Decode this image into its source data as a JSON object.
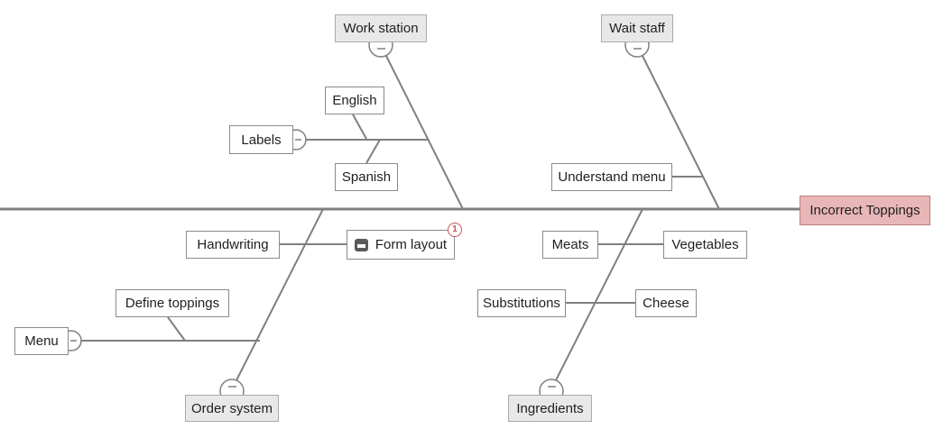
{
  "diagram": {
    "type": "fishbone-cause-effect",
    "effect_label": "Incorrect Toppings"
  },
  "nodes": {
    "effect": "Incorrect Toppings",
    "work_station": "Work station",
    "wait_staff": "Wait staff",
    "order_system": "Order system",
    "ingredients": "Ingredients",
    "english": "English",
    "labels": "Labels",
    "spanish": "Spanish",
    "understand_menu": "Understand menu",
    "handwriting": "Handwriting",
    "form_layout": "Form layout",
    "meats": "Meats",
    "vegetables": "Vegetables",
    "substitutions": "Substitutions",
    "cheese": "Cheese",
    "define_toppings": "Define toppings",
    "menu": "Menu"
  },
  "badges": {
    "form_layout_count": "1"
  },
  "icons": {
    "form_layout": "note-icon",
    "collapse_toggles": "minus"
  },
  "colors": {
    "line_gray": "#808080",
    "effect_fill": "#e8b6b6",
    "effect_border": "#bf7e7e",
    "category_fill": "#e8e8e8",
    "badge_red": "#cd5151"
  }
}
